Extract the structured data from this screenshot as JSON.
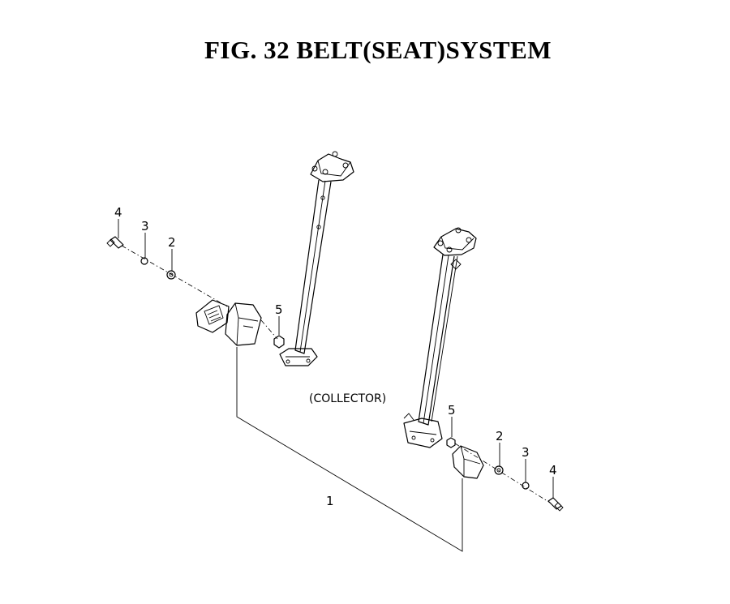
{
  "title": "FIG. 32  BELT(SEAT)SYSTEM",
  "collector_label": "(COLLECTOR)",
  "callouts": {
    "left_bolt": "4",
    "left_lockwasher": "3",
    "left_washer": "2",
    "left_nut": "5",
    "right_nut": "5",
    "right_washer": "2",
    "right_lockwasher": "3",
    "right_bolt": "4",
    "belt_assembly": "1"
  }
}
